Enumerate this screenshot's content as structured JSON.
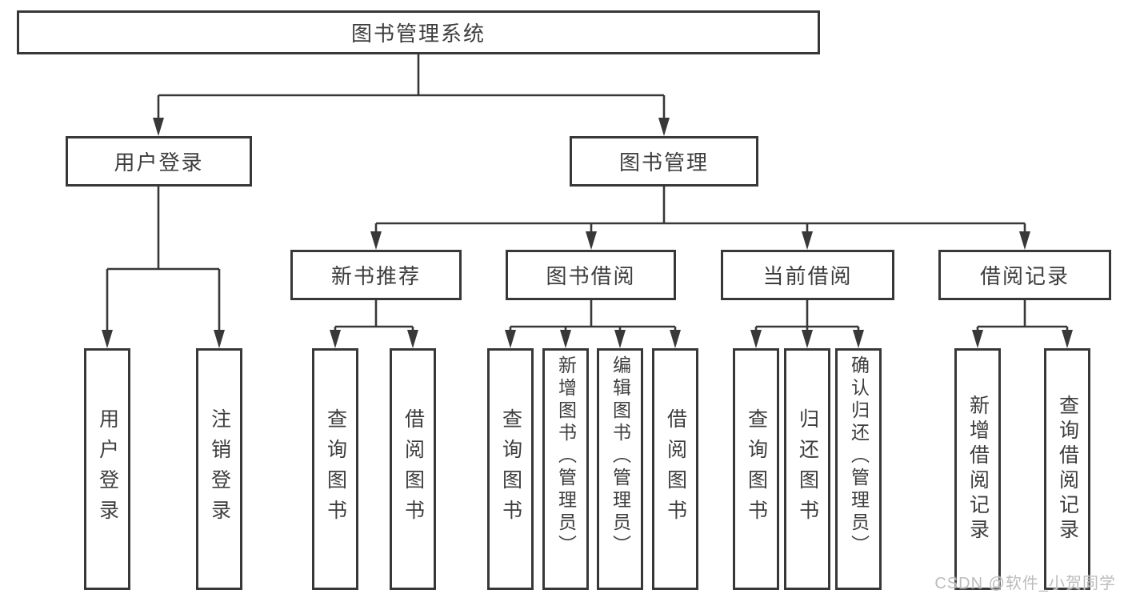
{
  "diagram": {
    "root": {
      "label": "图书管理系统"
    },
    "level2": {
      "user_login": {
        "label": "用户登录"
      },
      "book_mgmt": {
        "label": "图书管理"
      }
    },
    "level3": {
      "new_rec": {
        "label": "新书推荐"
      },
      "borrow": {
        "label": "图书借阅"
      },
      "current": {
        "label": "当前借阅"
      },
      "records": {
        "label": "借阅记录"
      }
    },
    "leaves": {
      "ul_login": {
        "label": "用户登录"
      },
      "ul_logout": {
        "label": "注销登录"
      },
      "rec_query": {
        "label": "查询图书"
      },
      "rec_borrow": {
        "label": "借阅图书"
      },
      "bb_query": {
        "label": "查询图书"
      },
      "bb_add": {
        "label": "新增图书（管理员）"
      },
      "bb_edit": {
        "label": "编辑图书（管理员）"
      },
      "bb_borrow": {
        "label": "借阅图书"
      },
      "cb_query": {
        "label": "查询图书"
      },
      "cb_return": {
        "label": "归还图书"
      },
      "cb_confirm": {
        "label": "确认归还（管理员）"
      },
      "br_add": {
        "label": "新增借阅记录"
      },
      "br_query": {
        "label": "查询借阅记录"
      }
    },
    "watermark": "CSDN @软件_小贺同学",
    "colors": {
      "line": "#383838",
      "text": "#3d3d3d",
      "watermark": "#bcbcbc"
    }
  }
}
